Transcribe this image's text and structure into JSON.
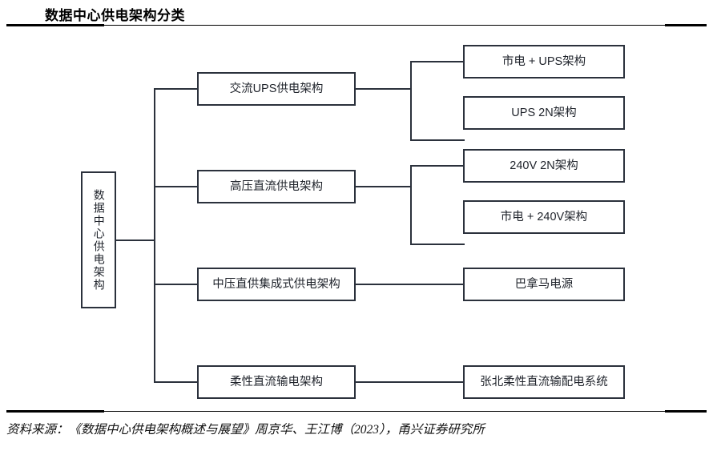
{
  "header": {
    "title": "数据中心供电架构分类"
  },
  "diagram": {
    "root": "数据中心供电架构",
    "branches": [
      {
        "label": "交流UPS供电架构",
        "children": [
          "市电 + UPS架构",
          "UPS 2N架构"
        ]
      },
      {
        "label": "高压直流供电架构",
        "children": [
          "240V 2N架构",
          "市电 + 240V架构"
        ]
      },
      {
        "label": "中压直供集成式供电架构",
        "children": [
          "巴拿马电源"
        ]
      },
      {
        "label": "柔性直流输电架构",
        "children": [
          "张北柔性直流输配电系统"
        ]
      }
    ]
  },
  "footer": {
    "source": "资料来源：《数据中心供电架构概述与展望》周京华、王江博（2023），甬兴证券研究所"
  },
  "colors": {
    "line": "#2b313c",
    "rule": "#000000",
    "text": "#1f232b",
    "background": "#ffffff"
  }
}
